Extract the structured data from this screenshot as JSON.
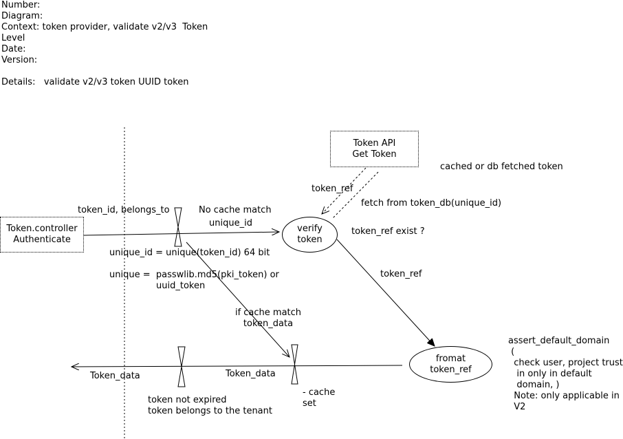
{
  "header": {
    "number": "Number:",
    "diagram": "Diagram:",
    "context": "Context: token provider, validate v2/v3  Token",
    "level": "Level",
    "date": "Date:",
    "version": "Version:",
    "details": "Details:   validate v2/v3 token UUID token"
  },
  "nodes": {
    "controller": {
      "line1": "Token.controller",
      "line2": "Authenticate"
    },
    "token_api": {
      "line1": "Token API",
      "line2": "Get Token"
    },
    "verify": {
      "line1": "verify",
      "line2": "token"
    },
    "format": {
      "line1": "fromat",
      "line2": "token_ref"
    }
  },
  "labels": {
    "token_id_belongs": "token_id, belongs_to",
    "no_cache": "No cache match",
    "unique_id": "unique_id",
    "unique_id_calc": "unique_id = unique(token_id) 64 bit",
    "unique_eq_1": "unique =  passwlib.md5(pki_token) or",
    "unique_eq_2": "uuid_token",
    "cached_or_db": "cached or db fetched token",
    "token_ref_api": "token_ref",
    "fetch_db": "fetch from token_db(unique_id)",
    "token_ref_exist": "token_ref exist ?",
    "token_ref_mid": "token_ref",
    "if_cache_1": "if cache match",
    "if_cache_2": "token_data",
    "token_data_left": "Token_data",
    "token_data_mid": "Token_data",
    "not_expired_1": "token not expired",
    "not_expired_2": "token belongs to the tenant",
    "cache_set_1": "- cache",
    "cache_set_2": "set",
    "assert_1": "assert_default_domain",
    "assert_2": " (",
    "assert_3": "  check user, project trust",
    "assert_4": "   in only in default",
    "assert_5": "   domain, )",
    "assert_6": "  Note: only applicable in",
    "assert_7": "  V2"
  }
}
